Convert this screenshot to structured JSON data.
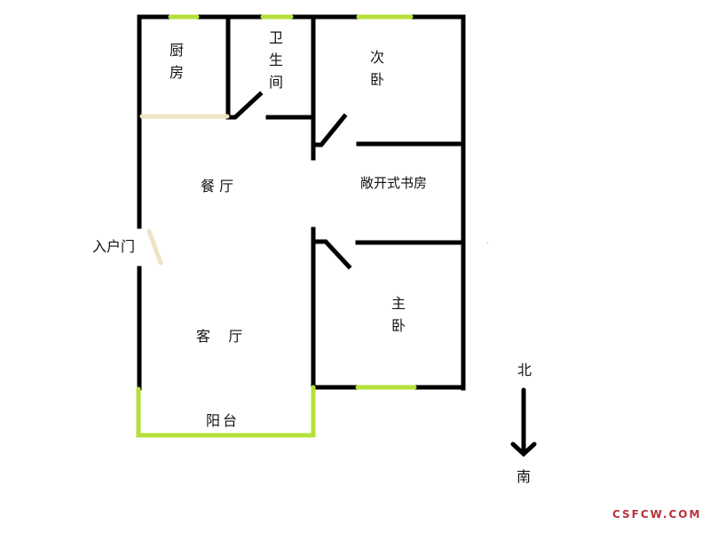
{
  "rooms": {
    "kitchen": "厨房",
    "bathroom": "卫生间",
    "second_bedroom": "次卧",
    "dining": "餐 厅",
    "open_study": "敞开式书房",
    "entry_door": "入户门",
    "living": "客    厅",
    "master_bedroom": "主卧",
    "balcony": "阳台"
  },
  "compass": {
    "north": "北",
    "south": "南"
  },
  "watermark": "CSFCW.COM",
  "colors": {
    "wall": "#000000",
    "window": "#b5e03a",
    "door_light": "#eee4c4"
  }
}
